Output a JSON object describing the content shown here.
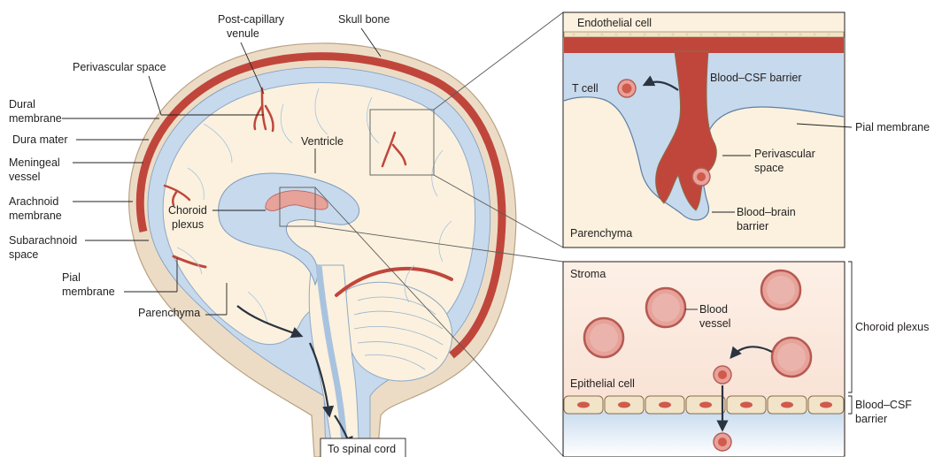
{
  "labels": {
    "post_capillary_1": "Post-capillary",
    "post_capillary_2": "venule",
    "skull_bone": "Skull bone",
    "perivascular_space": "Perivascular space",
    "dural_1": "Dural",
    "dural_2": "membrane",
    "dura_mater": "Dura mater",
    "meningeal_1": "Meningeal",
    "meningeal_2": "vessel",
    "arachnoid_1": "Arachnoid",
    "arachnoid_2": "membrane",
    "subarachnoid_1": "Subarachnoid",
    "subarachnoid_2": "space",
    "pial_1": "Pial",
    "pial_2": "membrane",
    "parenchyma": "Parenchyma",
    "ventricle": "Ventricle",
    "choroid_1": "Choroid",
    "choroid_2": "plexus",
    "to_spinal_cord": "To spinal cord"
  },
  "inset_top": {
    "endothelial_cell": "Endothelial cell",
    "t_cell": "T cell",
    "blood_csf_barrier": "Blood–CSF barrier",
    "pial_membrane": "Pial membrane",
    "perivascular_1": "Perivascular",
    "perivascular_2": "space",
    "parenchyma": "Parenchyma",
    "bbb_1": "Blood–brain",
    "bbb_2": "barrier"
  },
  "inset_bottom": {
    "stroma": "Stroma",
    "blood_1": "Blood",
    "blood_2": "vessel",
    "epithelial_cell": "Epithelial cell",
    "choroid_plexus": "Choroid plexus",
    "csf_barrier_1": "Blood–CSF",
    "csf_barrier_2": "barrier"
  },
  "colors": {
    "skull": "#e9dcc8",
    "dura": "#c0463c",
    "csf": "#c7d9ec",
    "parenchyma": "#fbf1de",
    "vessel": "#d05a4c",
    "pink": "#e7a29a",
    "cell": "#f2e4c8"
  }
}
